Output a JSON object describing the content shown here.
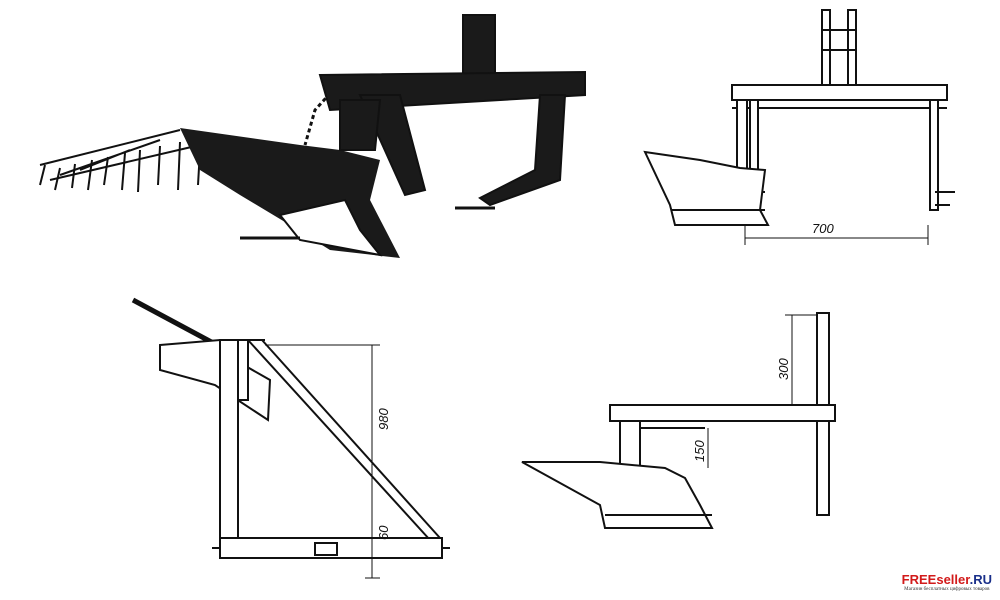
{
  "figures": {
    "photo": {
      "label": "plow-with-harrow-sketch"
    },
    "front_view": {
      "dimension_width": "700"
    },
    "side_view": {
      "dimension_height": "980",
      "dimension_small": "60"
    },
    "profile_view": {
      "dimension_upper": "300",
      "dimension_lower": "150"
    }
  },
  "watermark": {
    "brand_red": "FREEseller",
    "brand_blue": ".RU",
    "subtitle": "Магазин бесплатных цифровых товаров"
  },
  "colors": {
    "ink": "#111111",
    "brand_red": "#d21a1a",
    "brand_blue": "#1a2f8a"
  }
}
